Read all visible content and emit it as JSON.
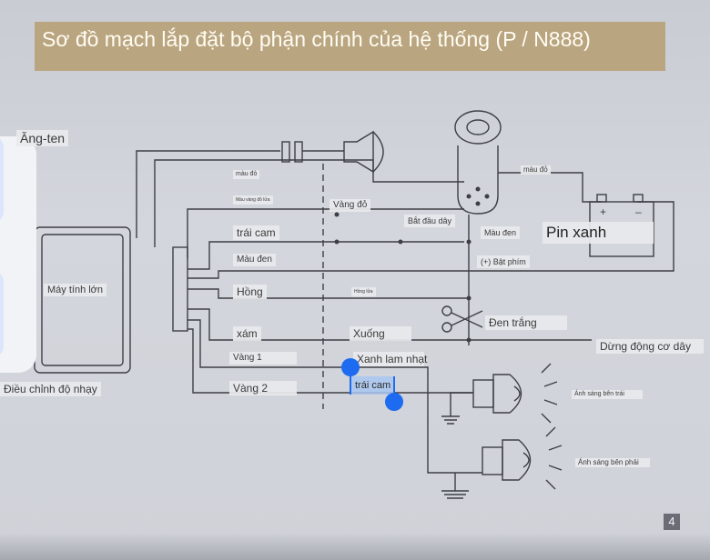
{
  "title": "Sơ đồ mạch lắp đặt bộ phận chính của hệ thống (P / N888)",
  "labels": {
    "antenna": "Ăng-ten",
    "color_red": "màu đỏ",
    "red_yellow_small": "Màu vàng đỏ lửa",
    "yellow_red": "Vàng đỏ",
    "start_wire": "Bắt đầu dây",
    "orange": "trái cam",
    "black_mid": "Màu đen",
    "battery": "Pin xanh",
    "black": "Màu đen",
    "plus_ignition": "(+) Bật phím",
    "pink": "Hồng",
    "pink_small": "Hồng lửa",
    "computer": "Máy tính lớn",
    "white_black": "Đen trắng",
    "gray": "xám",
    "down": "Xuống",
    "stop_engine": "Dừng động cơ dây",
    "yellow1": "Vàng 1",
    "light_blue": "Xanh lam nhạt",
    "yellow2": "Vàng 2",
    "orange2": "trái cam",
    "light_left": "Ánh sáng bên trái",
    "light_right": "Ánh sáng bên phải",
    "sensitivity": "Điều chỉnh độ nhạy",
    "red_top": "màu đỏ",
    "batt_plus": "+",
    "batt_minus": "–"
  },
  "page_number": "4",
  "colors": {
    "title_bg": "#b8a27a",
    "selection": "#a9c5f0",
    "handle": "#1c6bf0"
  }
}
